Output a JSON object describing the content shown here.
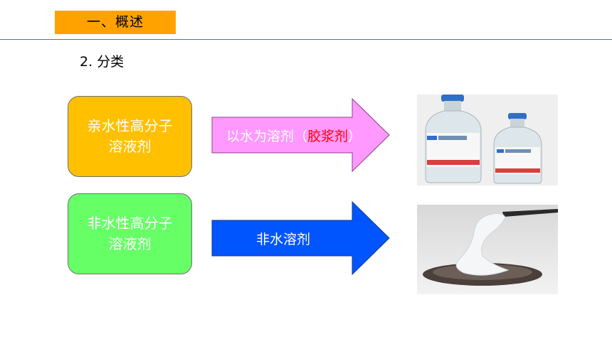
{
  "header": {
    "section_title": "一、概述"
  },
  "subheading": "2. 分类",
  "categories": [
    {
      "label_line1": "亲水性高分子",
      "label_line2": "溶液剂",
      "arrow_text": "以水为溶剂（",
      "arrow_highlight": "胶浆剂",
      "arrow_text_end": "）"
    },
    {
      "label_line1": "非水性高分子",
      "label_line2": "溶液剂",
      "arrow_text": "非水溶剂"
    }
  ],
  "colors": {
    "accent": "#ffa200",
    "hydrophilic_box": "#ffc000",
    "nonaqueous_box": "#66ff66",
    "arrow_pink": "#ff99ff",
    "arrow_blue": "#0055ff",
    "highlight": "#ff0000"
  }
}
